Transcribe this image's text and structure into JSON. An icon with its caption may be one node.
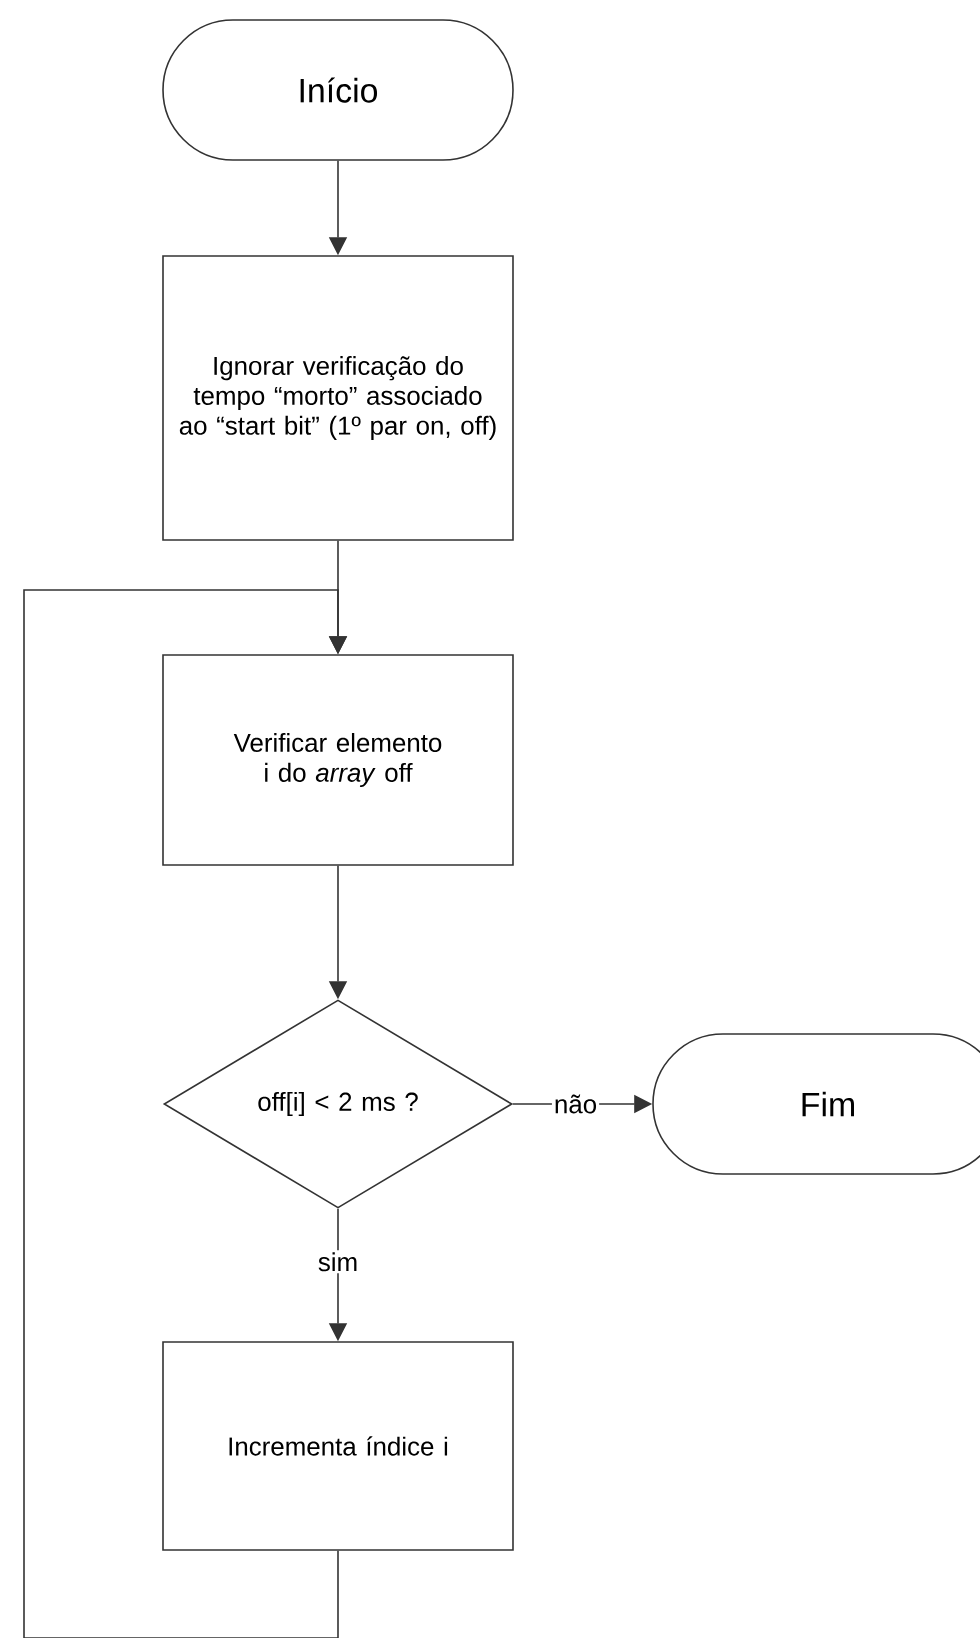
{
  "diagram": {
    "nodes": [
      {
        "text": [
          "Início"
        ]
      },
      {
        "text": [
          "Ignorar verificação do tempo “morto” associado ao “start bit” (1º par on, off)"
        ]
      },
      {
        "text": [
          "Verificar elemento i do *array* off"
        ]
      },
      {
        "text": [
          "off[i] < 2 ms ?"
        ]
      },
      {
        "text": [
          "Fim"
        ]
      },
      {
        "text": [
          "Incrementa índice i"
        ]
      }
    ],
    "edges": [
      {
        "from": 0,
        "to": 1,
        "arrow": "to"
      },
      {
        "from": 1,
        "to": 2,
        "arrow": "to"
      },
      {
        "from": 2,
        "to": 3,
        "arrow": "to"
      },
      {
        "from": 3,
        "to": 4,
        "arrow": "to",
        "label": "não"
      },
      {
        "from": 3,
        "to": 5,
        "arrow": "to",
        "label": "sim"
      },
      {
        "from": 5,
        "to": 2,
        "arrow": "to"
      }
    ]
  }
}
